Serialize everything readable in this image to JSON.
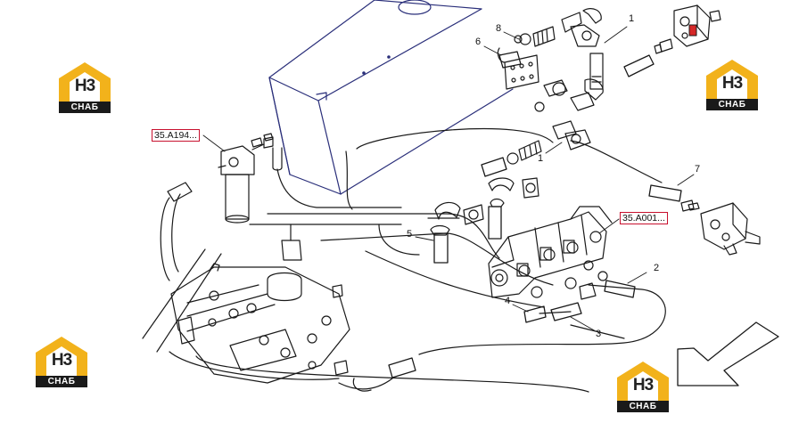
{
  "refs": {
    "filter_ref": "35.A194...",
    "pump_ref": "35.A001..."
  },
  "callouts": {
    "c1_top": "1",
    "c1_mid": "1",
    "c2": "2",
    "c3": "3",
    "c4": "4",
    "c5": "5",
    "c6": "6",
    "c7": "7",
    "c8": "8"
  },
  "watermark": {
    "letters": "H3",
    "caption": "CHAБ"
  },
  "colors": {
    "line": "#1a1a1a",
    "tank_outline": "#2a2f7a",
    "logo_gold": "#f2b21b",
    "ref_border": "#c8102e",
    "valve_accent": "#d62828"
  },
  "icons": {
    "direction": "arrow-down-left-icon"
  }
}
